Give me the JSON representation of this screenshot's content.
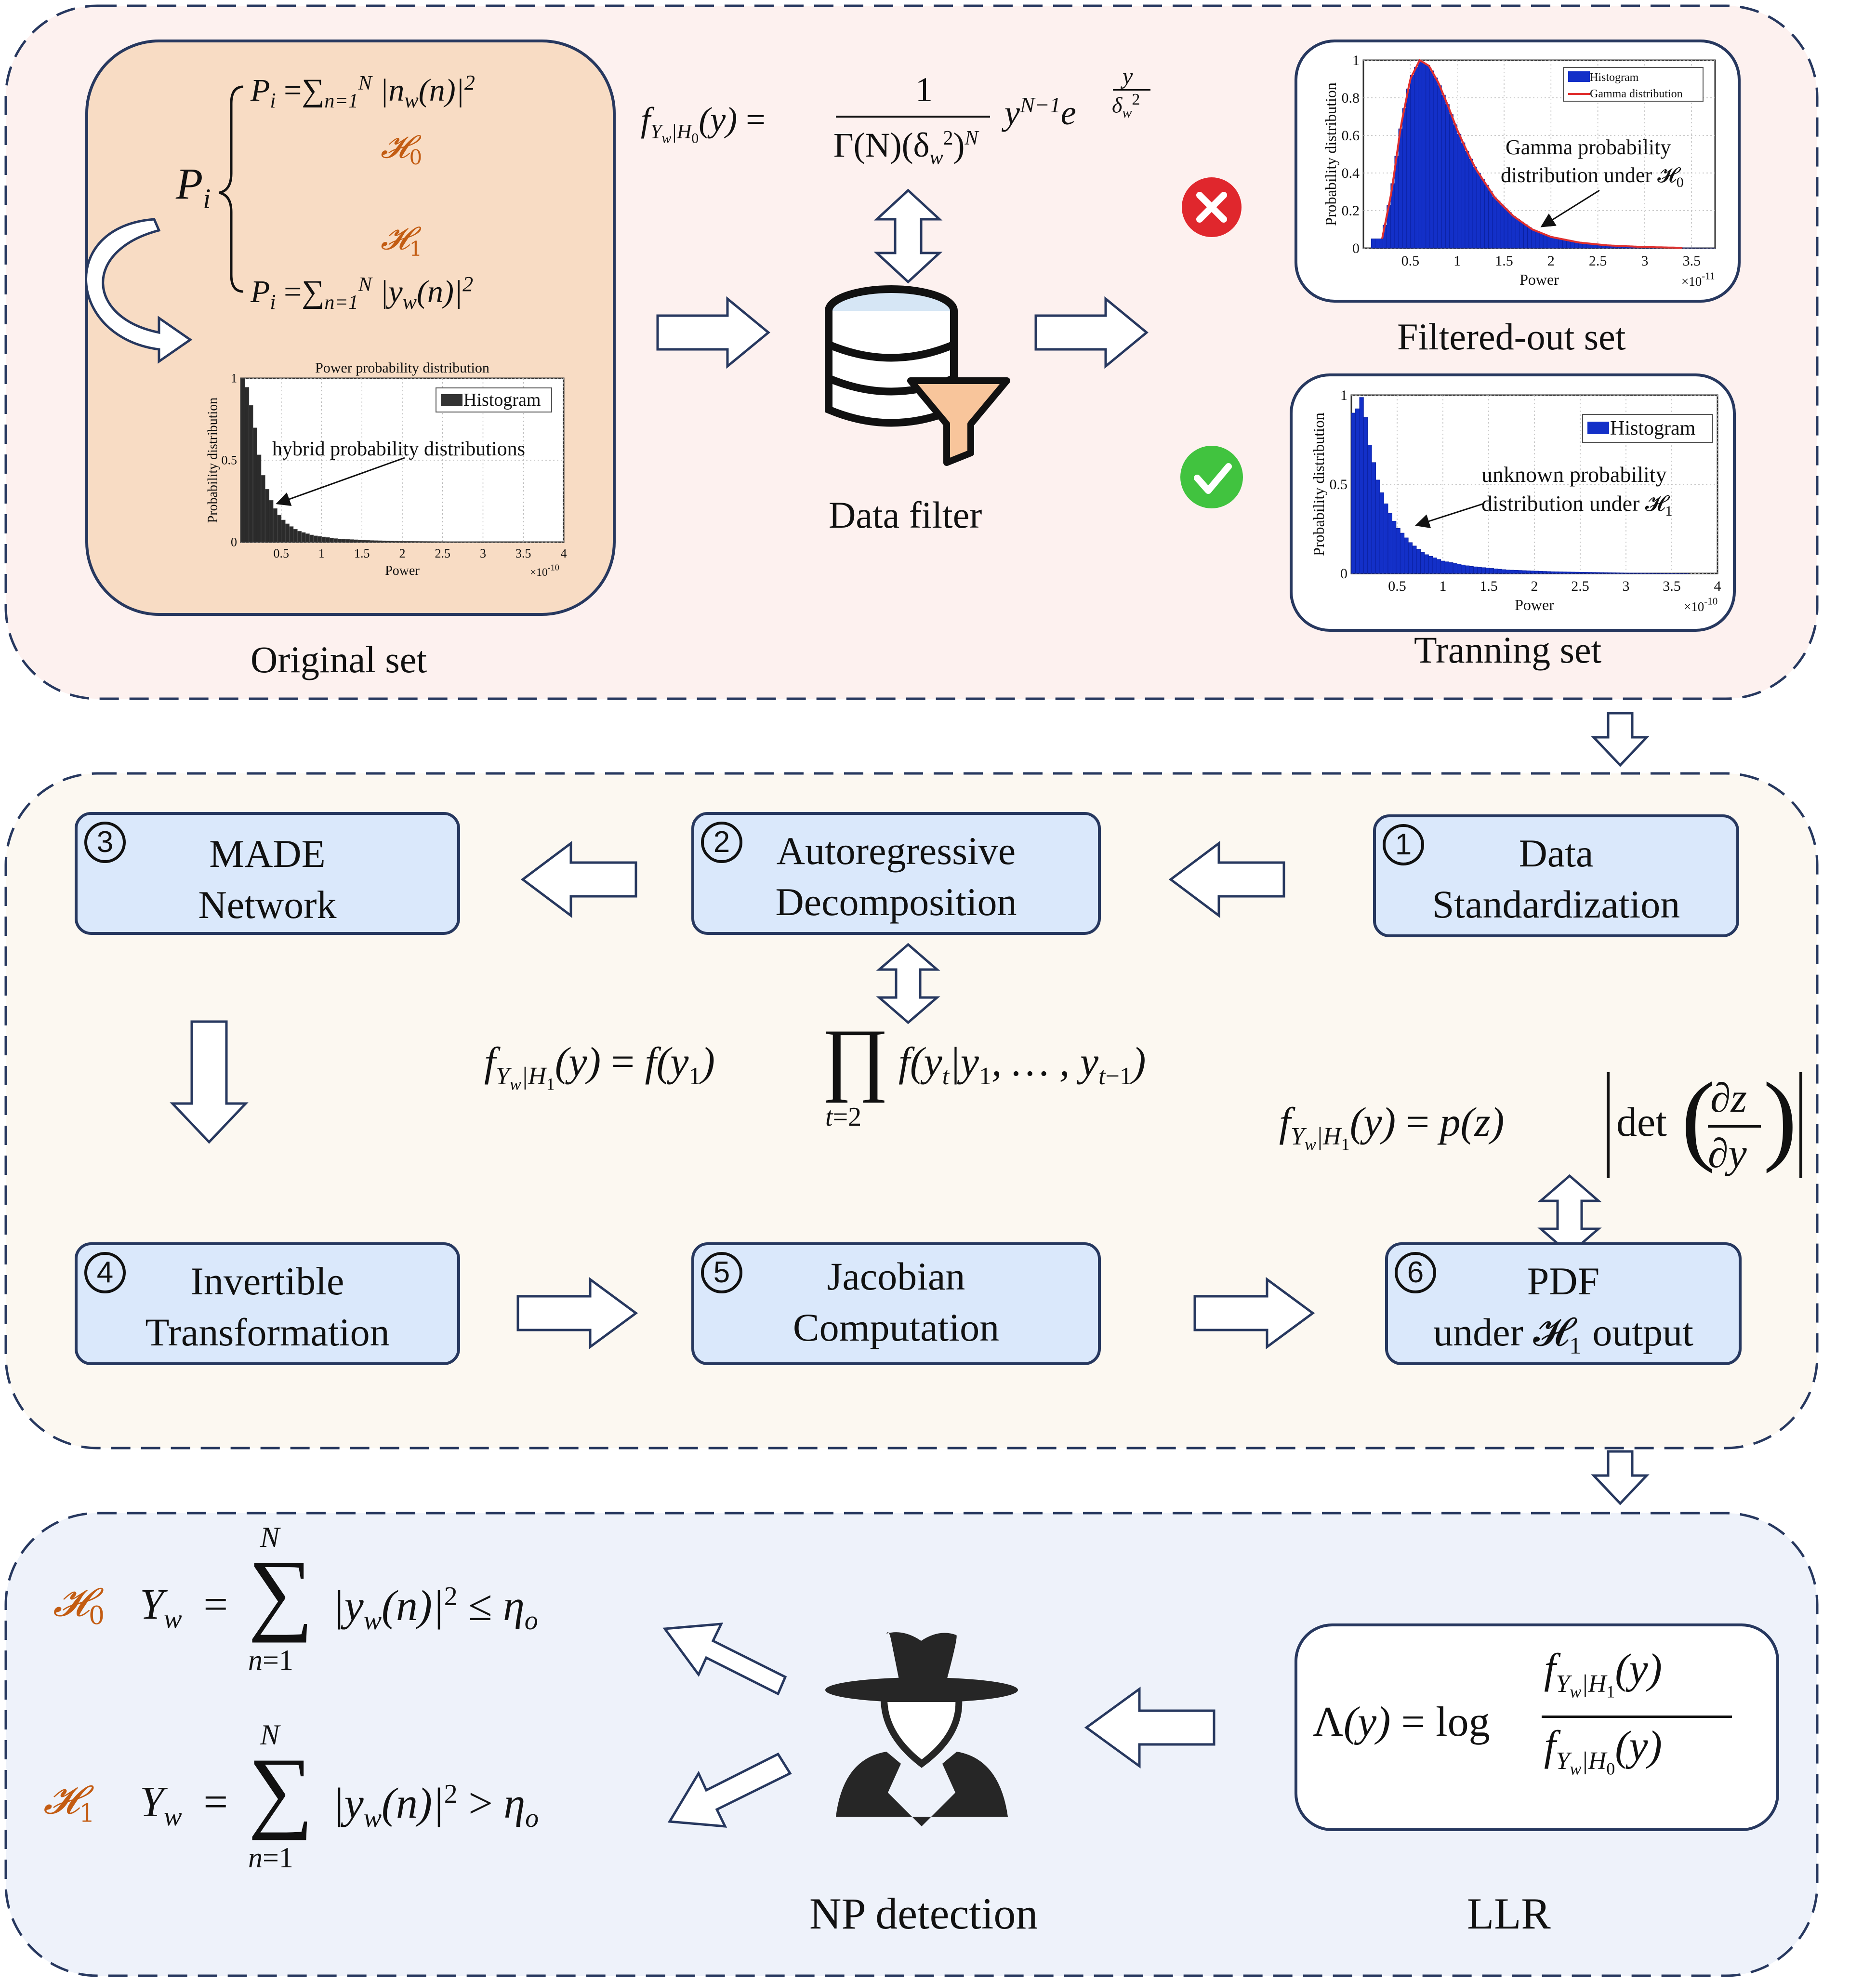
{
  "colors": {
    "panel_top_bg": "#fdf1ef",
    "panel_mid_bg": "#fcf8f1",
    "panel_bot_bg": "#eef2fa",
    "original_box_bg": "#f8dcc4",
    "step_box_bg": "#dae8fb",
    "border_dark": "#27385f",
    "hypothesis_orange": "#c35c12",
    "reject_red": "#e0272d",
    "accept_green": "#41c33f",
    "histogram_blue": "#1330c8",
    "gamma_red": "#e0302f"
  },
  "top": {
    "original_formula_h0": "P_i = Σ_{n=1}^{N} |n_w(n)|^2",
    "original_formula_h1": "P_i = Σ_{n=1}^{N} |y_w(n)|^2",
    "pi_label": "P",
    "pi_sub": "i",
    "h0": "𝓗",
    "h0_sub": "0",
    "h1": "𝓗",
    "h1_sub": "1",
    "gamma_formula_lhs": "f",
    "gamma_formula_num": "1",
    "gamma_formula_den": "Γ(N)(δ",
    "original_set_label": "Original set",
    "data_filter_label": "Data filter",
    "filtered_out_label": "Filtered-out set",
    "training_set_label": "Tranning set",
    "original_chart": {
      "title": "Power probability distribution",
      "ylabel": "Probability distribution",
      "xlabel": "Power",
      "legend": "Histogram",
      "annotation": "hybrid probability distributions",
      "multiplier": "×10",
      "multiplier_exp": "-10"
    },
    "filtered_chart": {
      "ylabel": "Probability distribution",
      "xlabel": "Power",
      "legend_1": "Histogram",
      "legend_2": "Gamma distribution",
      "annotation_1": "Gamma probability",
      "annotation_2": "distribution under 𝓗",
      "annotation_sub": "0",
      "multiplier": "×10",
      "multiplier_exp": "-11"
    },
    "training_chart": {
      "ylabel": "Probability distribution",
      "xlabel": "Power",
      "legend": "Histogram",
      "annotation_1": "unknown probability",
      "annotation_2": "distribution under 𝓗",
      "annotation_sub": "1",
      "multiplier": "×10",
      "multiplier_exp": "-10"
    }
  },
  "middle": {
    "steps": [
      {
        "num": "1",
        "line1": "Data",
        "line2": "Standardization"
      },
      {
        "num": "2",
        "line1": "Autoregressive",
        "line2": "Decomposition"
      },
      {
        "num": "3",
        "line1": "MADE",
        "line2": "Network"
      },
      {
        "num": "4",
        "line1": "Invertible",
        "line2": "Transformation"
      },
      {
        "num": "5",
        "line1": "Jacobian",
        "line2": "Computation"
      },
      {
        "num": "6",
        "line1": "PDF",
        "line2": "under 𝓗₁ output"
      }
    ]
  },
  "bottom": {
    "np_label": "NP detection",
    "llr_label": "LLR",
    "h0": "𝓗",
    "h0_sub": "0",
    "h1": "𝓗",
    "h1_sub": "1"
  },
  "chart_data": [
    {
      "type": "bar",
      "title": "Power probability distribution",
      "xlabel": "Power",
      "ylabel": "Probability distribution",
      "legend": [
        "Histogram"
      ],
      "x_ticks": [
        "0.5",
        "1",
        "1.5",
        "2",
        "2.5",
        "3",
        "3.5",
        "4"
      ],
      "y_ticks": [
        "0",
        "0.5",
        "1"
      ],
      "xlim": [
        0,
        4
      ],
      "ylim": [
        0,
        1
      ],
      "x_multiplier": "×10^-10",
      "x": [
        0.05,
        0.15,
        0.25,
        0.35,
        0.45,
        0.55,
        0.7,
        0.9,
        1.2,
        1.6,
        2.0,
        3.0
      ],
      "values": [
        1.0,
        0.78,
        0.45,
        0.28,
        0.18,
        0.12,
        0.07,
        0.04,
        0.02,
        0.01,
        0.005,
        0.002
      ]
    },
    {
      "type": "bar",
      "xlabel": "Power",
      "ylabel": "Probability distribution",
      "legend": [
        "Histogram",
        "Gamma distribution"
      ],
      "x_ticks": [
        "0.5",
        "1",
        "1.5",
        "2",
        "2.5",
        "3",
        "3.5"
      ],
      "y_ticks": [
        "0",
        "0.2",
        "0.4",
        "0.6",
        "0.8",
        "1"
      ],
      "xlim": [
        0,
        3.75
      ],
      "ylim": [
        0,
        1
      ],
      "x_multiplier": "×10^-11",
      "x": [
        0.2,
        0.3,
        0.4,
        0.5,
        0.6,
        0.7,
        0.8,
        0.9,
        1.0,
        1.1,
        1.2,
        1.4,
        1.6,
        1.8,
        2.0,
        2.3,
        2.6,
        3.0,
        3.4
      ],
      "values": [
        0.05,
        0.3,
        0.65,
        0.9,
        1.0,
        0.97,
        0.88,
        0.76,
        0.63,
        0.52,
        0.42,
        0.27,
        0.17,
        0.1,
        0.06,
        0.03,
        0.015,
        0.006,
        0.002
      ]
    },
    {
      "type": "bar",
      "xlabel": "Power",
      "ylabel": "Probability distribution",
      "legend": [
        "Histogram"
      ],
      "x_ticks": [
        "0.5",
        "1",
        "1.5",
        "2",
        "2.5",
        "3",
        "3.5",
        "4"
      ],
      "y_ticks": [
        "0",
        "0.5",
        "1"
      ],
      "xlim": [
        0,
        4
      ],
      "ylim": [
        0,
        1
      ],
      "x_multiplier": "×10^-10",
      "x": [
        0.05,
        0.12,
        0.2,
        0.3,
        0.4,
        0.5,
        0.65,
        0.8,
        1.0,
        1.3,
        1.7,
        2.2,
        3.0
      ],
      "values": [
        0.9,
        1.0,
        0.72,
        0.5,
        0.36,
        0.26,
        0.17,
        0.11,
        0.07,
        0.04,
        0.02,
        0.01,
        0.003
      ]
    }
  ]
}
